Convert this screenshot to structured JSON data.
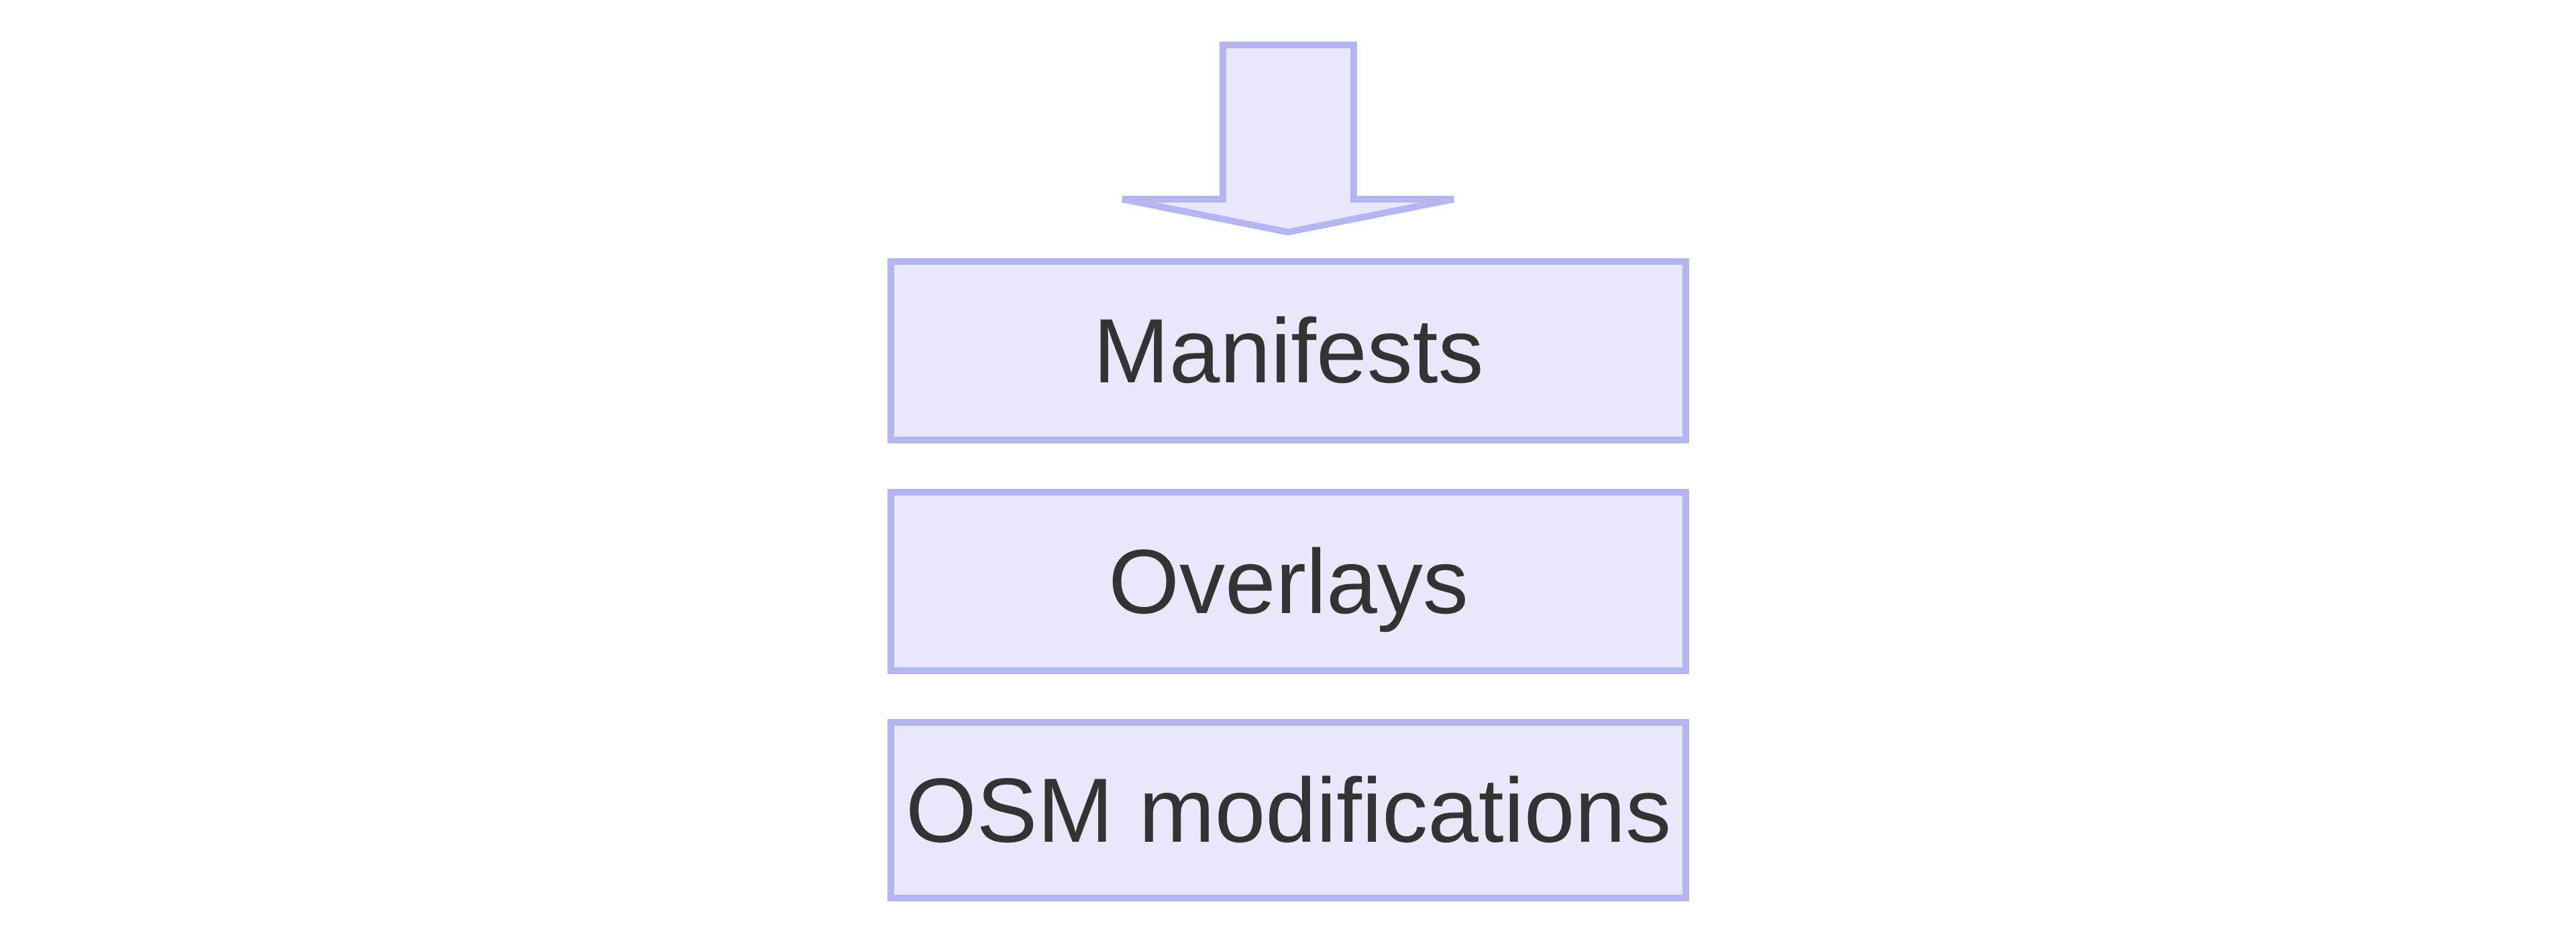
{
  "diagram": {
    "kind": "vertical-flow",
    "arrow": {
      "name": "down-arrow",
      "direction": "down"
    },
    "nodes": [
      {
        "label": "Manifests"
      },
      {
        "label": "Overlays"
      },
      {
        "label": "OSM modifications"
      }
    ]
  },
  "colors": {
    "background": "#ffffff",
    "node_fill": "#e8e8fa",
    "node_border": "#b5b5f2",
    "text": "#333333"
  }
}
